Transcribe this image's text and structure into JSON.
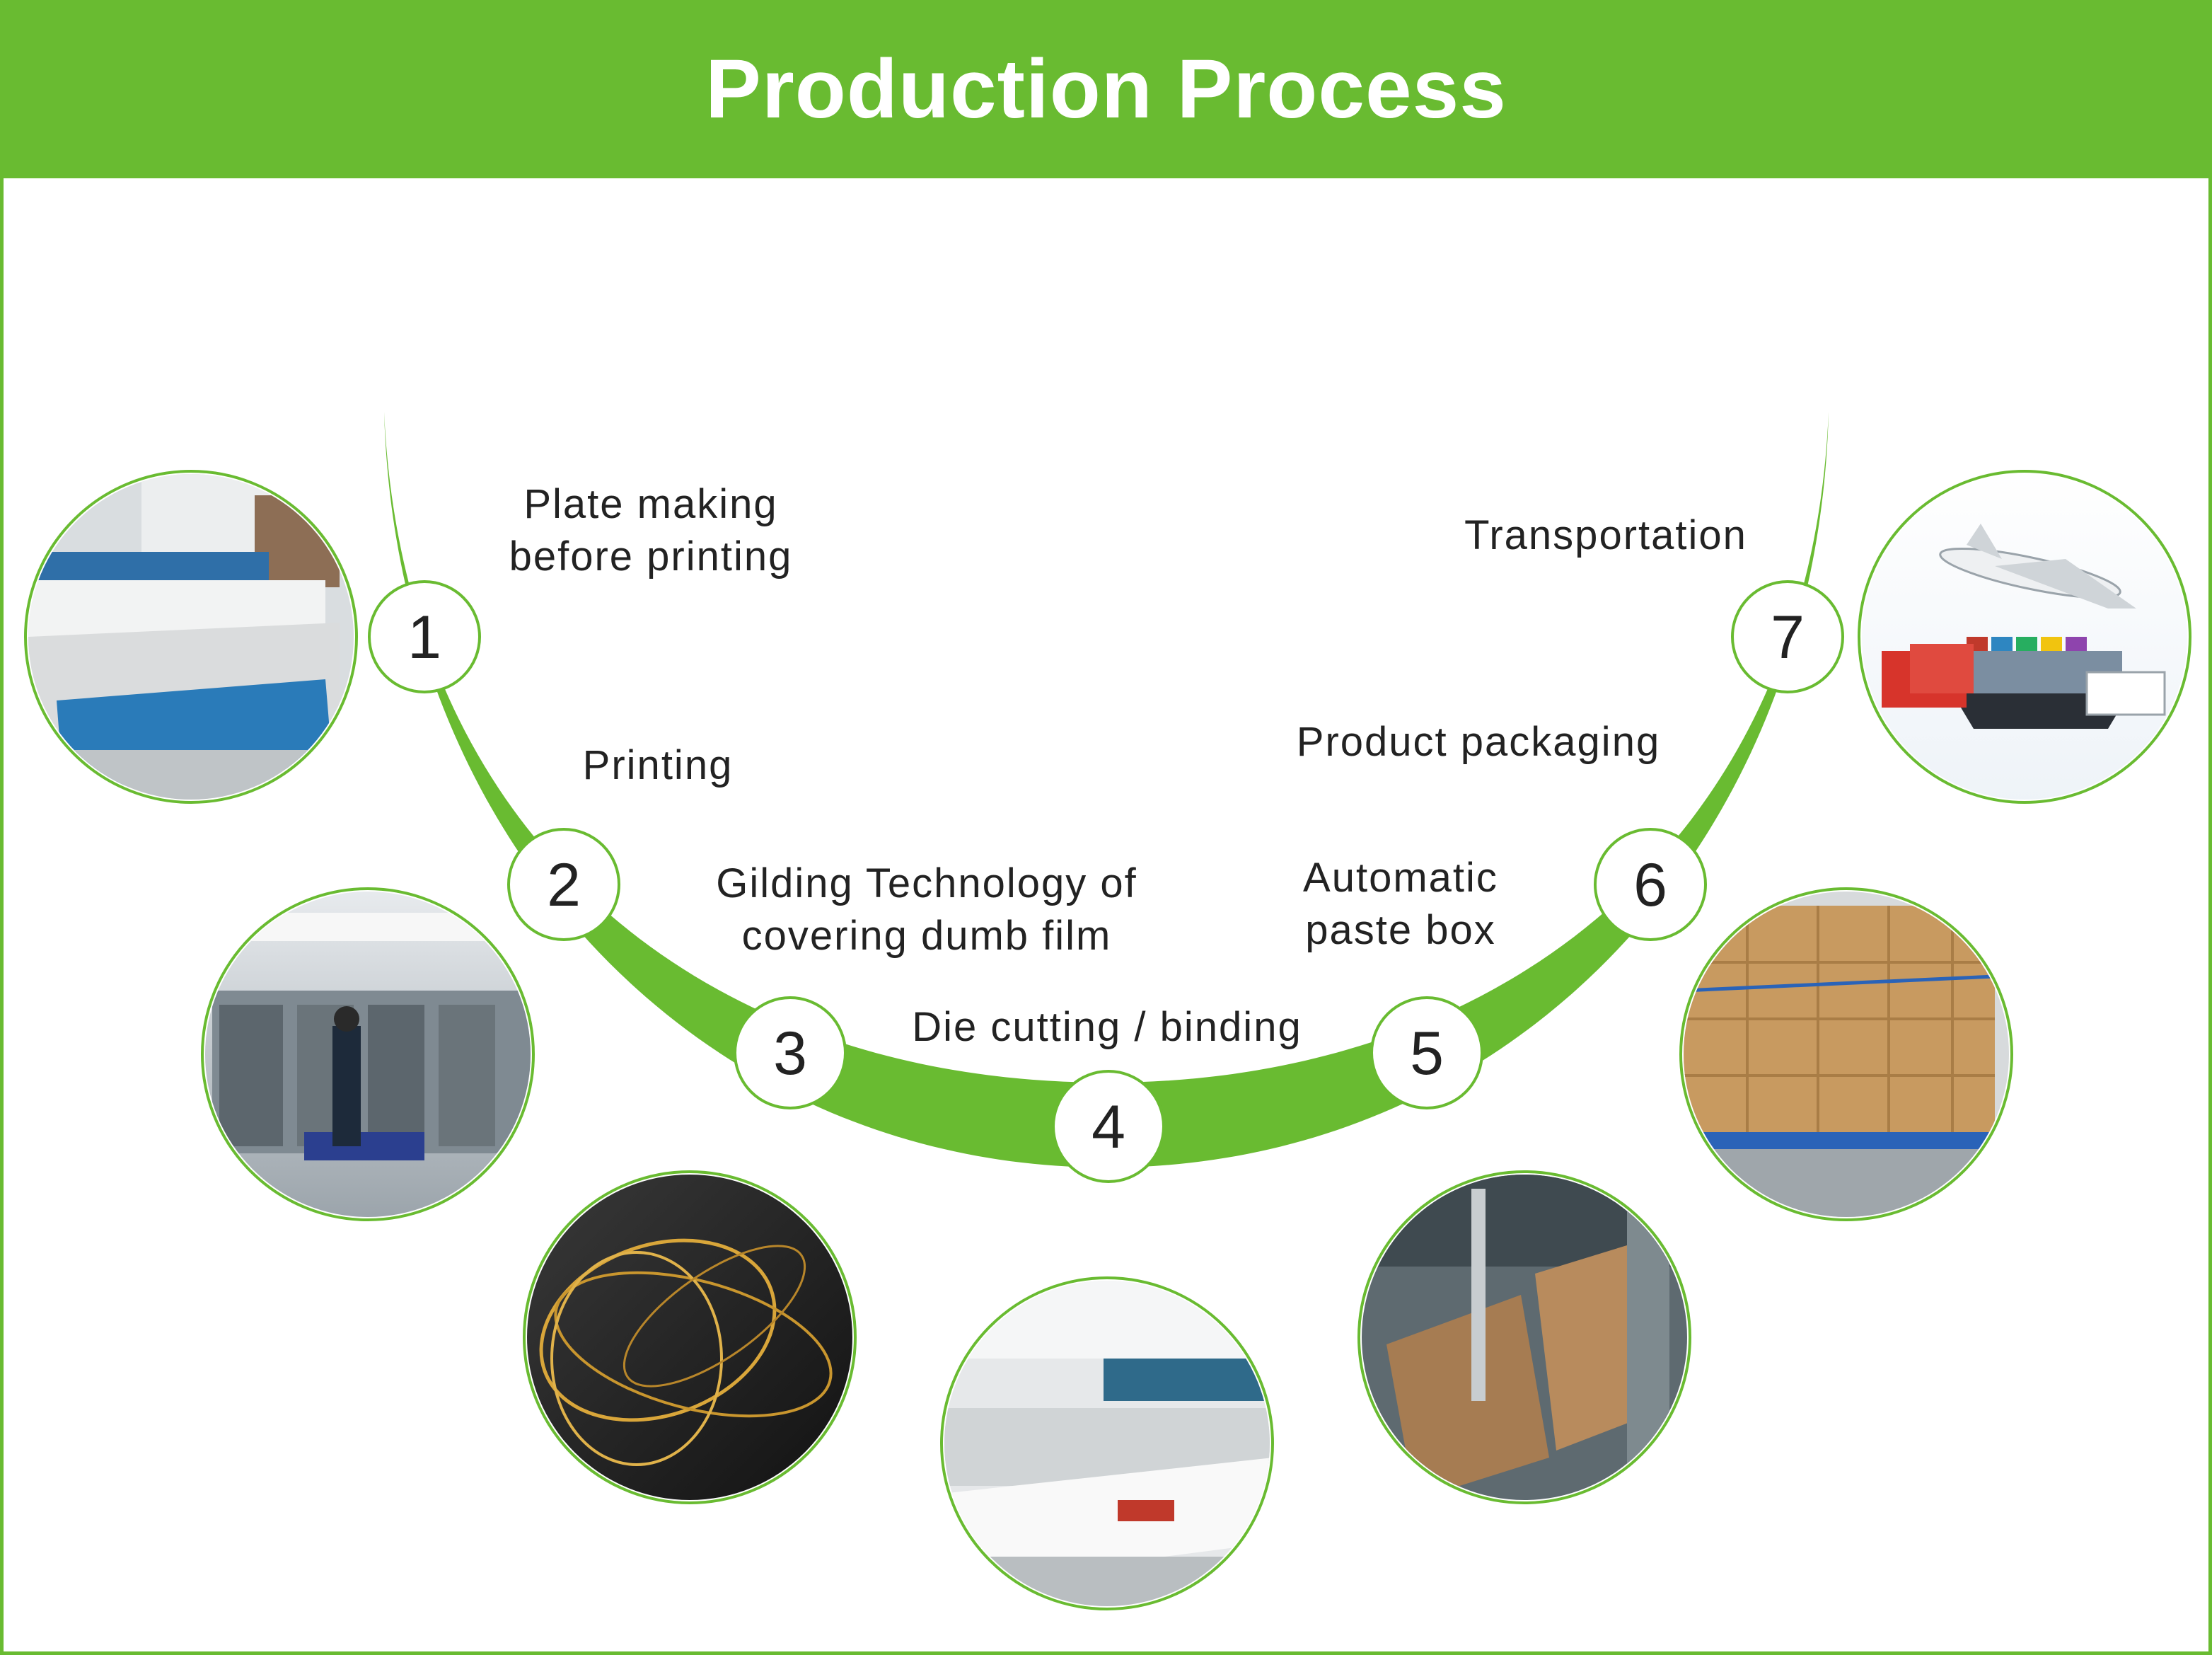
{
  "header": {
    "title": "Production Process"
  },
  "colors": {
    "brand_green": "#69bb31",
    "text": "#222222",
    "frame": "#69bb31"
  },
  "steps": [
    {
      "number": "1",
      "label_lines": [
        "Plate making",
        "before printing"
      ],
      "photo": "plate-making-machine"
    },
    {
      "number": "2",
      "label_lines": [
        "Printing"
      ],
      "photo": "offset-printing-press"
    },
    {
      "number": "3",
      "label_lines": [
        "Gilding Technology of",
        "covering dumb film"
      ],
      "photo": "gold-foil-gilding"
    },
    {
      "number": "4",
      "label_lines": [
        "Die cutting / binding"
      ],
      "photo": "die-cutting-workshop"
    },
    {
      "number": "5",
      "label_lines": [
        "Automatic",
        "paste box"
      ],
      "photo": "box-gluing-machine"
    },
    {
      "number": "6",
      "label_lines": [
        "Product packaging"
      ],
      "photo": "packed-cartons-on-pallets"
    },
    {
      "number": "7",
      "label_lines": [
        "Transportation"
      ],
      "photo": "plane-truck-ship-van"
    }
  ]
}
